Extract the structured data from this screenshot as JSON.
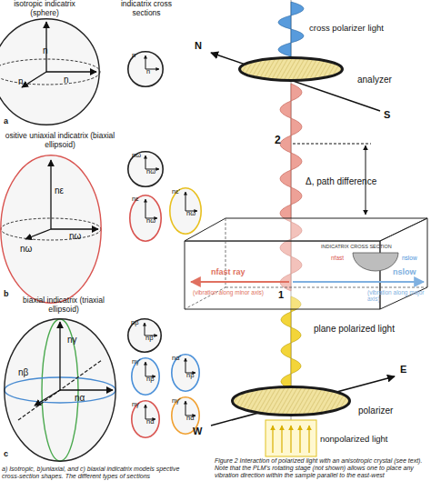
{
  "diagram": {
    "caption": "Figure 2 Interaction of polarized light with an anisotropic crystal (see text). Note that the PLM's rotating stage (not shown) allows one to place any vibration direction within the sample parallel to the east-west",
    "nodes": [
      {
        "text": [
          "n",
          "n",
          "n"
        ]
      },
      {
        "text": [
          "n",
          "n"
        ]
      },
      {
        "text": [
          "nε",
          "nω",
          "nω"
        ]
      },
      {
        "text": [
          "nω",
          "nω"
        ]
      },
      {
        "text": [
          "nε",
          "nω"
        ]
      },
      {
        "text": [
          "nε'",
          "nω"
        ]
      },
      {
        "text": [
          "nγ",
          "nβ",
          "nα"
        ]
      },
      {
        "text": [
          "nβ",
          "nβ"
        ]
      },
      {
        "text": [
          "nγ'",
          "nβ"
        ]
      },
      {
        "text": [
          "nα'",
          "nβ"
        ]
      },
      {
        "text": [
          "nγ",
          "nα"
        ]
      },
      {
        "text": [
          "nγ'",
          "nα'"
        ]
      },
      {
        "text": [
          "analyzer"
        ]
      },
      {
        "text": [
          "INDICATRIX CROSS SECTION"
        ]
      },
      {
        "text": [
          "nfast",
          "nslow"
        ],
        "in": 13
      },
      {
        "text": [
          "polarizer"
        ]
      }
    ],
    "labels": [
      "isotropic indicatrix (sphere)",
      "indicatrix cross sections",
      "a",
      "ositive uniaxial indicatrix (biaxial ellipsoid)",
      "b",
      "biaxial indicatrix (triaxial ellipsoid)",
      "c",
      "a) Isotropic, b)uniaxial, and c) biaxial indicatrix models spective cross-section shapes. The different types of sections",
      "cross polarizer light",
      "N",
      "S",
      "2",
      "Δ, path difference",
      "nfast ray",
      "(vibration along minor axis)",
      "nslow",
      "(vibration along major axis)",
      "1",
      "plane polarized light",
      "E",
      "W",
      "nonpolarized light"
    ]
  }
}
